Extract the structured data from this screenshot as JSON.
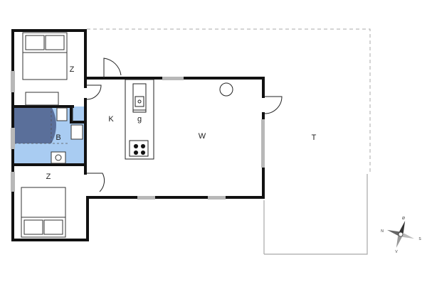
{
  "plan": {
    "rooms": [
      {
        "key": "bed1",
        "label": "Z"
      },
      {
        "key": "kitchen",
        "label": "K"
      },
      {
        "key": "kitchen_appliance",
        "label": "g"
      },
      {
        "key": "bath",
        "label": "B"
      },
      {
        "key": "living",
        "label": "W"
      },
      {
        "key": "terrace",
        "label": "T"
      },
      {
        "key": "bed2",
        "label": "Z"
      }
    ],
    "compass": {
      "n": "N",
      "s": "S",
      "e": "Ø",
      "w": "V"
    },
    "colors": {
      "wall": "#111111",
      "bath": "#a9ccf2",
      "shower": "#5a6f9a",
      "window": "#b8b8b8",
      "terrace_line": "#a8a8a8"
    }
  }
}
